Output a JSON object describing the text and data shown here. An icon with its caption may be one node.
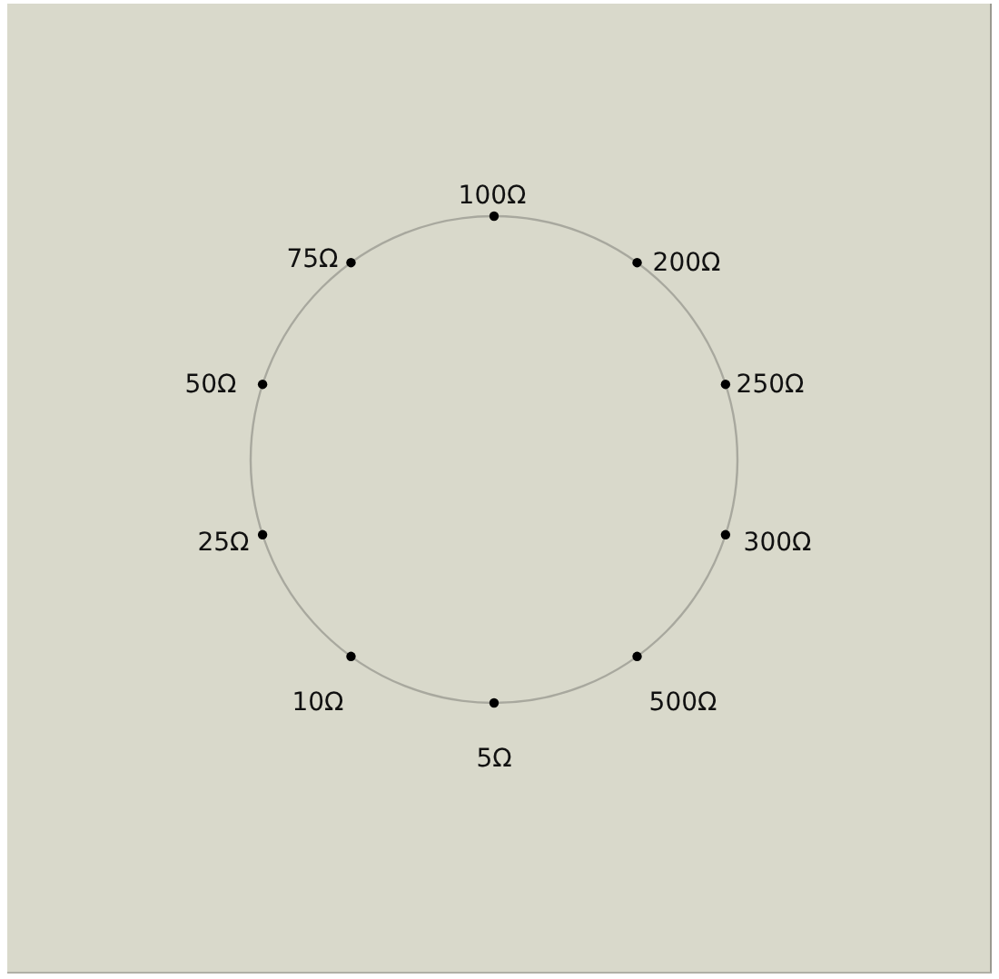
{
  "diagram": {
    "labels": [
      "100Ω",
      "75Ω",
      "200Ω",
      "50Ω",
      "250Ω",
      "25Ω",
      "300Ω",
      "10Ω",
      "500Ω",
      "5Ω"
    ]
  }
}
